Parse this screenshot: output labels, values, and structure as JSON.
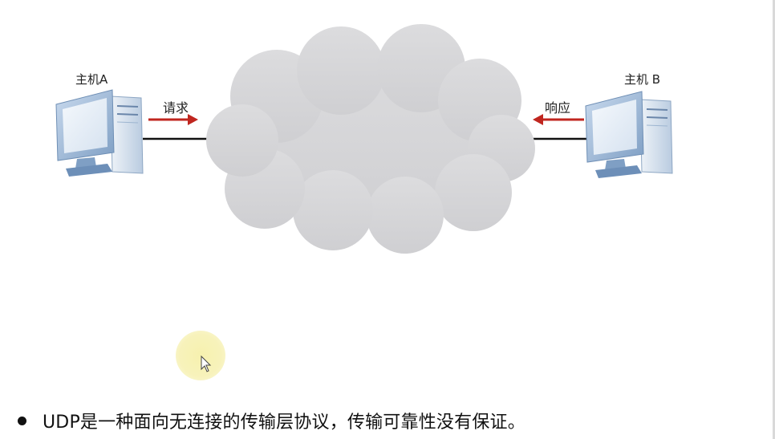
{
  "diagram": {
    "host_a_label": "主机A",
    "host_b_label": "主机 B",
    "request_label": "请求",
    "response_label": "响应",
    "colors": {
      "arrow": "#c0261f",
      "cloud": "#d6d6d8",
      "link_line": "#111111",
      "monitor_frame": "#9db8d6",
      "monitor_screen": "#e4ecf6"
    }
  },
  "footer": {
    "bullet_text": "UDP是一种面向无连接的传输层协议，传输可靠性没有保证。"
  },
  "icons": {
    "host_a": "desktop-computer-icon",
    "host_b": "desktop-computer-icon",
    "cloud": "network-cloud-icon",
    "cursor": "mouse-pointer-icon"
  }
}
